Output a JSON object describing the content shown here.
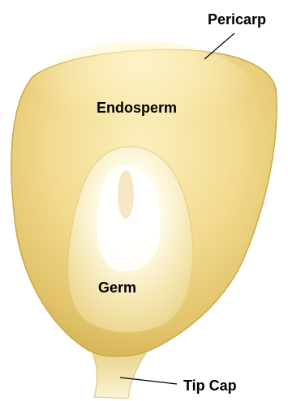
{
  "labels": {
    "pericarp": "Pericarp",
    "endosperm": "Endosperm",
    "germ": "Germ",
    "tip_cap": "Tip Cap"
  },
  "colors": {
    "pericarp_edge": "#d2b24a",
    "endosperm_light": "#f8eaa8",
    "endosperm_mid": "#eed688",
    "endosperm_dark": "#d9b85a",
    "germ_outer": "#f3e3a8",
    "germ_inner": "#ffffff",
    "tip_cap": "#f0e1a6",
    "leader_line": "#000000"
  }
}
